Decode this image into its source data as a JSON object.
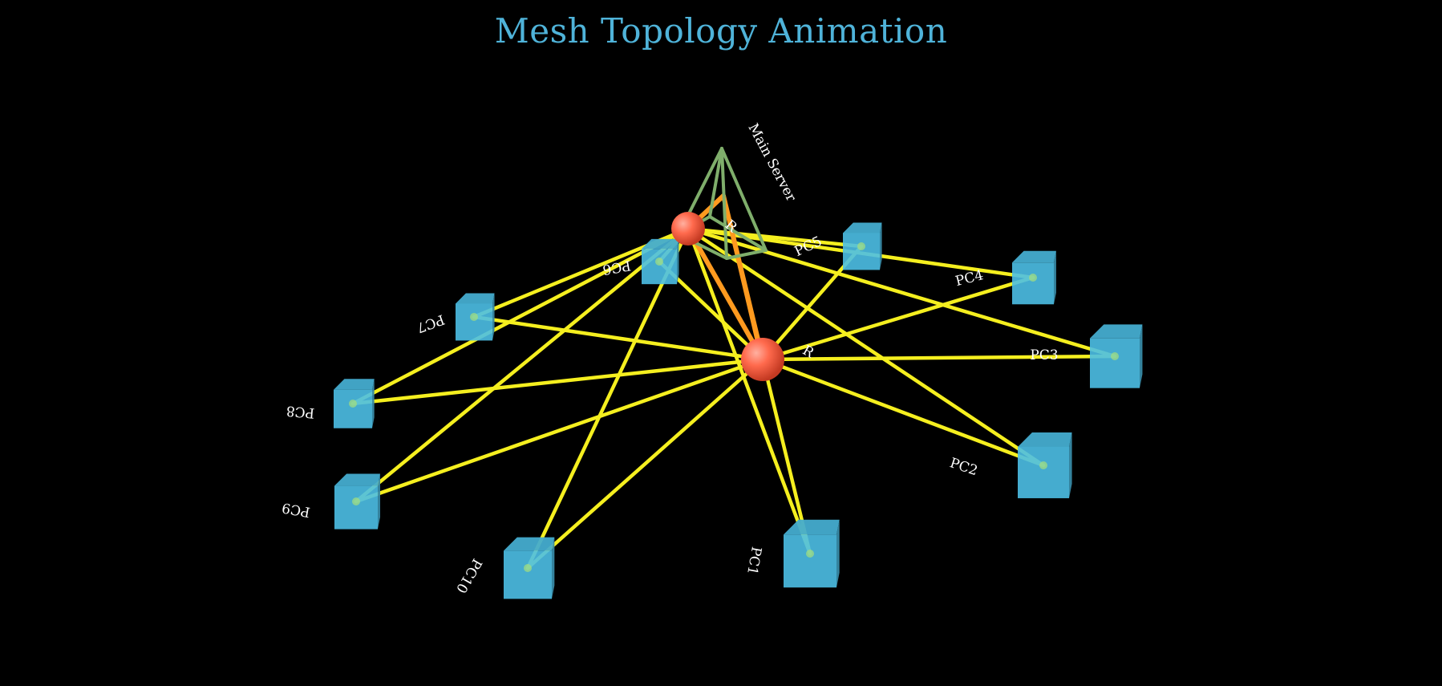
{
  "title": "Mesh Topology Animation",
  "colors": {
    "background": "#000000",
    "title": "#4fb3d9",
    "link": "#f5ef1f",
    "active_link": "#ff9a1f",
    "pc": "#4cbfe6",
    "router": "#ff6a4d",
    "server": "#7fae6b",
    "label": "#ffffff"
  },
  "nodes": {
    "server": {
      "label": "Main Server",
      "icon": "pyramid-wireframe-icon"
    },
    "router_back": {
      "label": "R",
      "icon": "sphere-icon"
    },
    "router_front": {
      "label": "R",
      "icon": "sphere-icon"
    },
    "pcs": [
      {
        "id": "pc1",
        "label": "PC1",
        "icon": "cube-icon"
      },
      {
        "id": "pc2",
        "label": "PC2",
        "icon": "cube-icon"
      },
      {
        "id": "pc3",
        "label": "PC3",
        "icon": "cube-icon"
      },
      {
        "id": "pc4",
        "label": "PC4",
        "icon": "cube-icon"
      },
      {
        "id": "pc5",
        "label": "PC5",
        "icon": "cube-icon"
      },
      {
        "id": "pc6",
        "label": "PC6",
        "icon": "cube-icon"
      },
      {
        "id": "pc7",
        "label": "PC7",
        "icon": "cube-icon"
      },
      {
        "id": "pc8",
        "label": "PC8",
        "icon": "cube-icon"
      },
      {
        "id": "pc9",
        "label": "PC9",
        "icon": "cube-icon"
      },
      {
        "id": "pc10",
        "label": "PC10",
        "icon": "cube-icon"
      }
    ]
  },
  "links": [
    [
      "router_back",
      "pc1"
    ],
    [
      "router_back",
      "pc2"
    ],
    [
      "router_back",
      "pc3"
    ],
    [
      "router_back",
      "pc4"
    ],
    [
      "router_back",
      "pc5"
    ],
    [
      "router_back",
      "pc6"
    ],
    [
      "router_back",
      "pc7"
    ],
    [
      "router_back",
      "pc8"
    ],
    [
      "router_back",
      "pc9"
    ],
    [
      "router_back",
      "pc10"
    ],
    [
      "router_front",
      "pc1"
    ],
    [
      "router_front",
      "pc2"
    ],
    [
      "router_front",
      "pc3"
    ],
    [
      "router_front",
      "pc4"
    ],
    [
      "router_front",
      "pc5"
    ],
    [
      "router_front",
      "pc6"
    ],
    [
      "router_front",
      "pc7"
    ],
    [
      "router_front",
      "pc8"
    ],
    [
      "router_front",
      "pc9"
    ],
    [
      "router_front",
      "pc10"
    ]
  ],
  "active_links": [
    [
      "router_back",
      "server"
    ],
    [
      "router_front",
      "server"
    ],
    [
      "router_back",
      "router_front"
    ]
  ]
}
